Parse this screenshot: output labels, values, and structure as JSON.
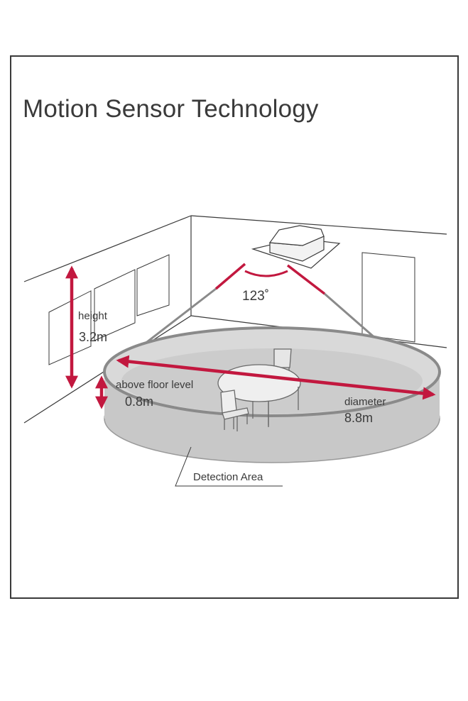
{
  "title": "Motion Sensor Technology",
  "labels": {
    "angle": "123˚",
    "height_label": "height",
    "height_value": "3.2m",
    "above_floor_label": "above floor level",
    "above_floor_value": "0.8m",
    "diameter_label": "diameter",
    "diameter_value": "8.8m",
    "detection_area": "Detection Area"
  },
  "colors": {
    "accent": "#c2183f",
    "line": "#3a3a3a",
    "zone_fill": "#cfcfcf",
    "zone_edge": "#8a8a8a"
  }
}
